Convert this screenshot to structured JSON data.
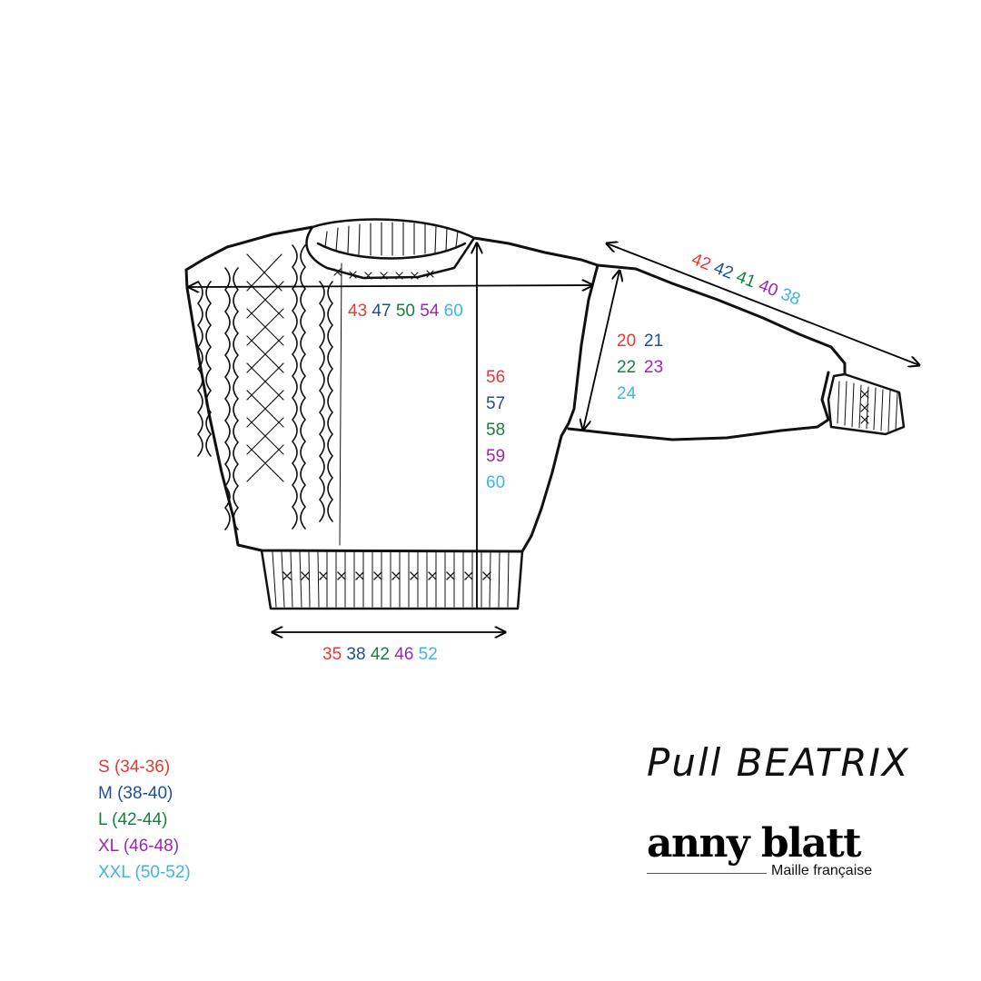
{
  "colors": {
    "S": "#e53935",
    "M": "#1e4f9b",
    "L": "#18803f",
    "XL": "#9c27b0",
    "XXL": "#3fb6e6"
  },
  "size_order": [
    "S",
    "M",
    "L",
    "XL",
    "XXL"
  ],
  "sizes": [
    {
      "key": "S",
      "label": "S (34-36)"
    },
    {
      "key": "M",
      "label": "M (38-40)"
    },
    {
      "key": "L",
      "label": "L (42-44)"
    },
    {
      "key": "XL",
      "label": "XL (46-48)"
    },
    {
      "key": "XXL",
      "label": "XXL (50-52)"
    }
  ],
  "measurements": {
    "chest_width": [
      "43",
      "47",
      "50",
      "54",
      "60"
    ],
    "body_length": [
      "56",
      "57",
      "58",
      "59",
      "60"
    ],
    "armhole_depth": [
      "20",
      "21",
      "22",
      "23",
      "24"
    ],
    "sleeve_length": [
      "42",
      "42",
      "41",
      "40",
      "38"
    ],
    "hem_width": [
      "35",
      "38",
      "42",
      "46",
      "52"
    ]
  },
  "title": "Pull BEATRIX",
  "brand": {
    "name": "anny blatt",
    "tagline": "Maille française"
  }
}
